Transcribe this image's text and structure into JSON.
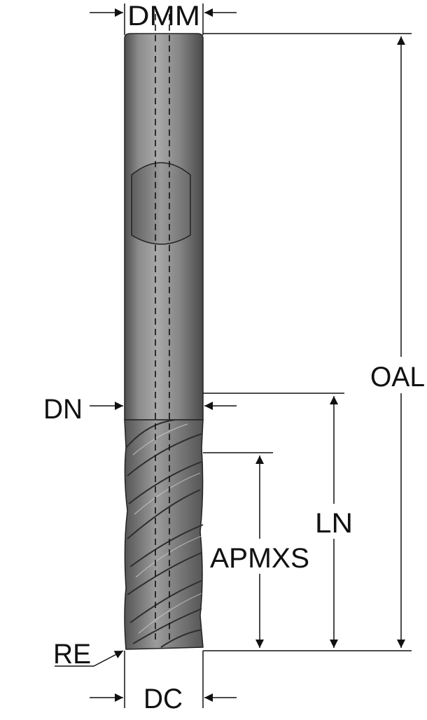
{
  "diagram": {
    "labels": {
      "dmm": "DMM",
      "oal": "OAL",
      "dn": "DN",
      "ln": "LN",
      "apmxs": "APMXS",
      "re": "RE",
      "dc": "DC"
    },
    "colors": {
      "tool_body": "#7a7a7a",
      "tool_highlight": "#a8a8a8",
      "tool_shadow": "#4a4a4a",
      "line": "#111111"
    }
  }
}
